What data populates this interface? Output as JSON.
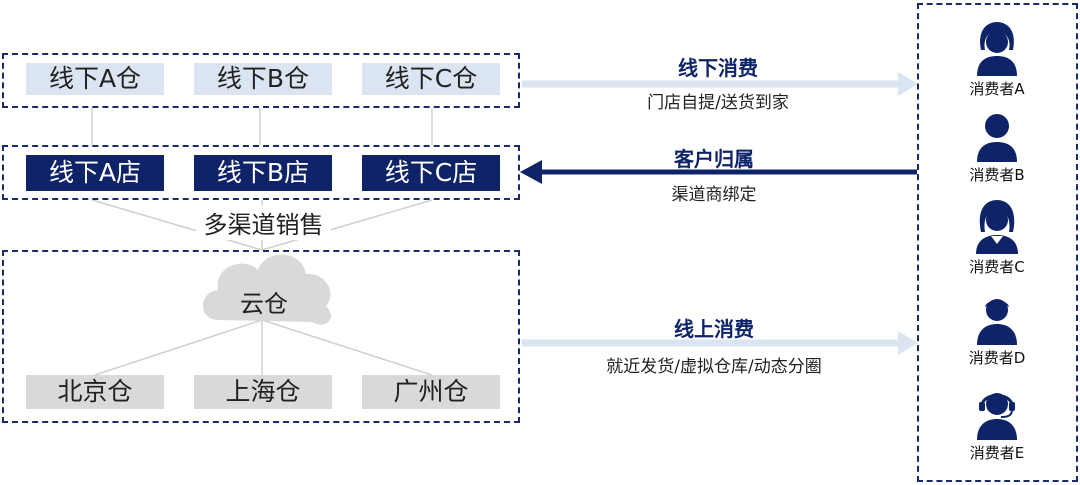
{
  "warehouses": [
    "线下A仓",
    "线下B仓",
    "线下C仓"
  ],
  "stores": [
    "线下A店",
    "线下B店",
    "线下C店"
  ],
  "multi_channel_label": "多渠道销售",
  "cloud_label": "云仓",
  "cities": [
    "北京仓",
    "上海仓",
    "广州仓"
  ],
  "flows": {
    "offline": {
      "title": "线下消费",
      "sub": "门店自提/送货到家"
    },
    "ownership": {
      "title": "客户归属",
      "sub": "渠道商绑定"
    },
    "online": {
      "title": "线上消费",
      "sub": "就近发货/虚拟仓库/动态分圈"
    }
  },
  "consumers": [
    "消费者A",
    "消费者B",
    "消费者C",
    "消费者D",
    "消费者E"
  ],
  "colors": {
    "navy": "#0f2468",
    "light_blue": "#dbe5f1",
    "gray": "#d9d9d9"
  }
}
